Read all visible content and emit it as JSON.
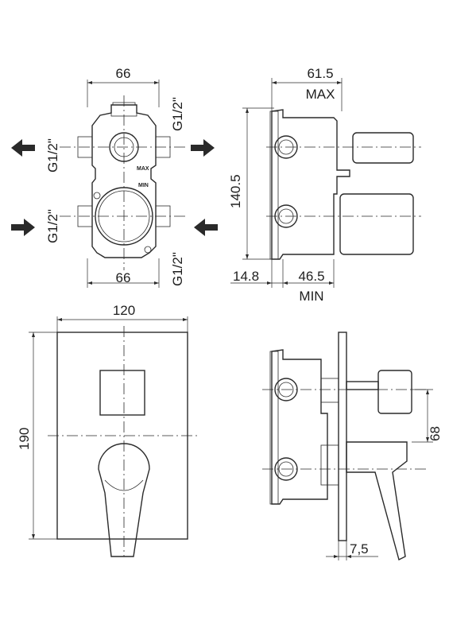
{
  "top_left_view": {
    "width_top": "66",
    "width_bottom": "66",
    "thread_left_top": "G1/2\"",
    "thread_left_bottom": "G1/2\"",
    "thread_right_top": "G1/2\"",
    "thread_right_bottom": "G1/2\"",
    "max_mark": "MAX",
    "min_mark": "MIN"
  },
  "top_right_view": {
    "depth_max_value": "61.5",
    "depth_max_label": "MAX",
    "height": "140.5",
    "offset": "14.8",
    "depth_min_value": "46.5",
    "depth_min_label": "MIN"
  },
  "bottom_left_view": {
    "plate_width": "120",
    "plate_height": "190"
  },
  "bottom_right_view": {
    "spacing": "68",
    "plate_thickness": "7,5"
  },
  "colors": {
    "line": "#2a2a2a",
    "background": "#ffffff"
  }
}
